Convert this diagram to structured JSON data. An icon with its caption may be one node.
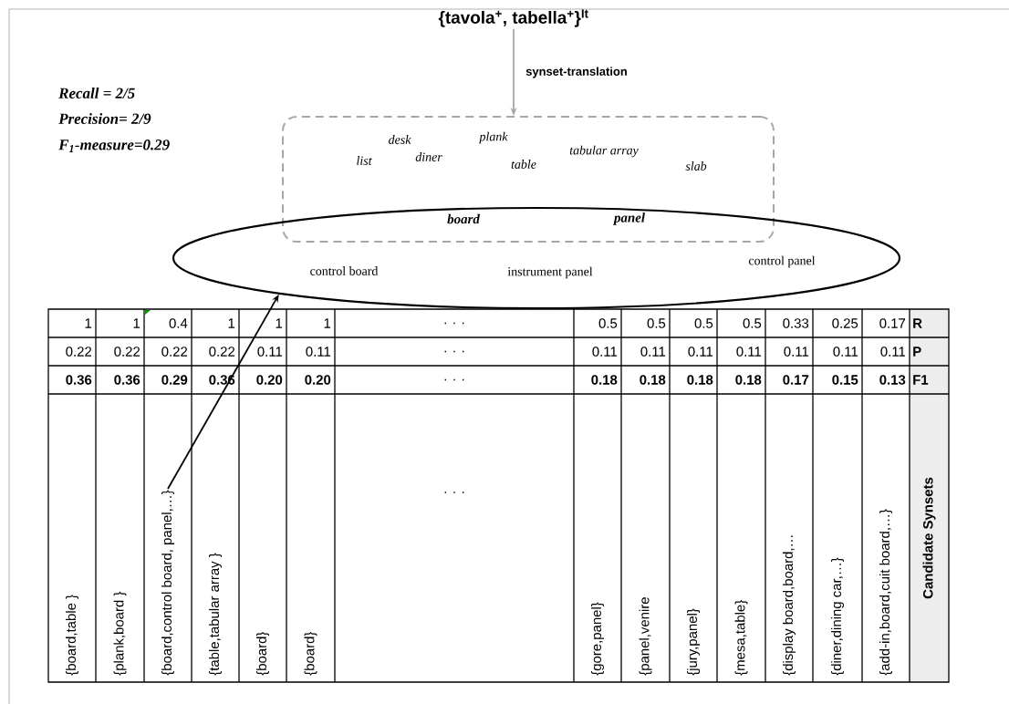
{
  "diagram": {
    "nodes": [
      {
        "text": [
          "{tavola$^{+}$, tabella$^{+}$}$^{It}$"
        ]
      },
      {
        "text": [
          "desk",
          "list",
          "diner",
          "plank",
          "table",
          "tabular array",
          "slab"
        ]
      },
      {
        "text": [
          "control board",
          "instrument panel",
          "control panel"
        ]
      },
      {
        "text": [
          "{board,control board, panel,…}"
        ]
      }
    ],
    "edges": [
      {
        "from": 0,
        "to": 1,
        "arrow": "to",
        "label": "synset-translation",
        "color": "#a6a6a6"
      },
      {
        "from": 3,
        "to": 2,
        "arrow": "to",
        "color": "#000000"
      }
    ],
    "labels": [
      "Recall = 2/5",
      "Precision= 2/9",
      "F$_{1}$-measure=0.29",
      "board",
      "panel",
      "1",
      "1",
      "0.4",
      "1",
      "1",
      "1",
      ". . .",
      "0.5",
      "0.5",
      "0.5",
      "0.5",
      "0.33",
      "0.25",
      "0.17",
      "R",
      "0.22",
      "0.22",
      "0.22",
      "0.22",
      "0.11",
      "0.11",
      ". . .",
      "0.11",
      "0.11",
      "0.11",
      "0.11",
      "0.11",
      "0.11",
      "0.11",
      "P",
      "0.36",
      "0.36",
      "0.29",
      "0.36",
      "0.20",
      "0.20",
      ". . .",
      "0.18",
      "0.18",
      "0.18",
      "0.18",
      "0.17",
      "0.15",
      "0.13",
      "F1",
      "{board,table }",
      "{plank,board }",
      "{table,tabular array }",
      "{board}",
      "{board}",
      ". . .",
      "{gore,panel}",
      "{panel,venire",
      "{jury,panel}",
      "{mesa,table}",
      "{display board,board,…",
      "{diner,dining car,…}",
      "{add-in,board,cuit board,…}",
      "Candidate Synsets"
    ]
  }
}
